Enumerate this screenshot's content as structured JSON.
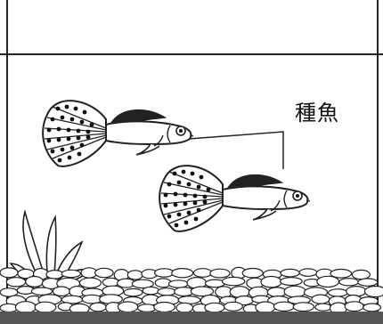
{
  "diagram": {
    "callout_label": "種魚",
    "colors": {
      "line": "#222222",
      "background": "#ffffff",
      "gravel_base": "#555555",
      "fish_tail": "#222222"
    },
    "elements": [
      "aquarium-tank",
      "guppy-fish-upper",
      "guppy-fish-lower",
      "aquatic-plant",
      "gravel-bed"
    ]
  }
}
